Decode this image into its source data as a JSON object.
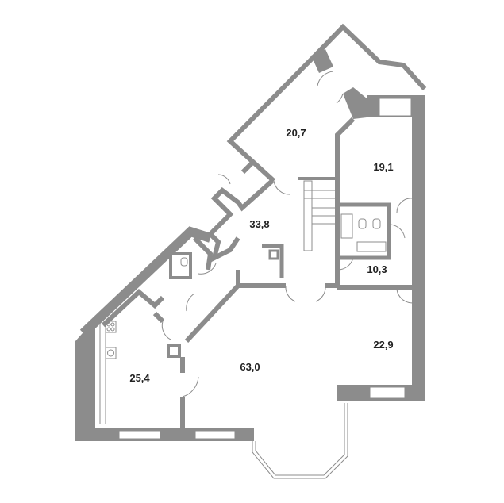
{
  "plan": {
    "wall_color": "#8c8c8c",
    "rooms": [
      {
        "name": "room-top",
        "area": "20,7"
      },
      {
        "name": "bedroom-right-top",
        "area": "19,1"
      },
      {
        "name": "hall",
        "area": "33,8"
      },
      {
        "name": "corridor-right",
        "area": "10,3"
      },
      {
        "name": "bedroom-right-bottom",
        "area": "22,9"
      },
      {
        "name": "kitchen",
        "area": "25,4"
      },
      {
        "name": "living-room",
        "area": "63,0"
      }
    ]
  }
}
